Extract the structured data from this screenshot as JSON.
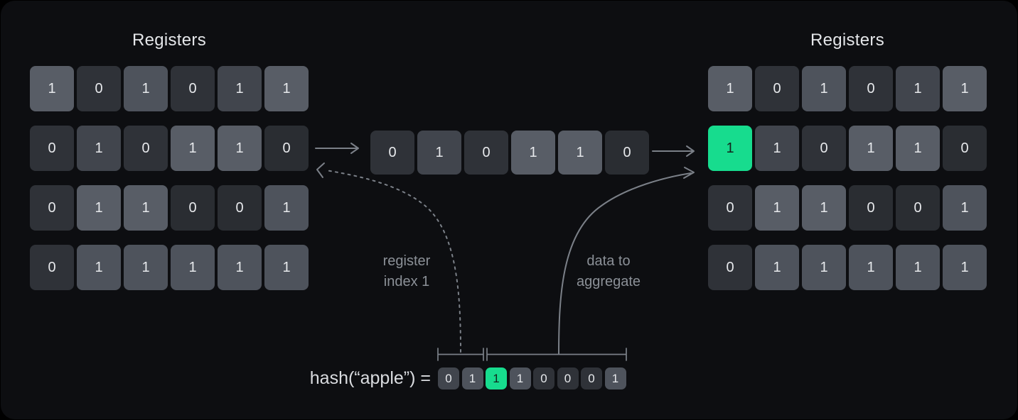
{
  "titles": {
    "left": "Registers",
    "right": "Registers"
  },
  "annotations": {
    "register_index": {
      "line1": "register",
      "line2": "index 1"
    },
    "data_aggregate": {
      "line1": "data to",
      "line2": "aggregate"
    }
  },
  "hash": {
    "label": "hash(“apple”) =",
    "cells": [
      {
        "v": "0",
        "s": "C"
      },
      {
        "v": "1",
        "s": "B"
      },
      {
        "v": "1",
        "s": "G"
      },
      {
        "v": "1",
        "s": "B"
      },
      {
        "v": "0",
        "s": "D"
      },
      {
        "v": "0",
        "s": "D"
      },
      {
        "v": "0",
        "s": "D"
      },
      {
        "v": "1",
        "s": "B"
      }
    ]
  },
  "left_grid": {
    "rows": [
      [
        {
          "v": "1",
          "s": "A"
        },
        {
          "v": "0",
          "s": "D"
        },
        {
          "v": "1",
          "s": "B"
        },
        {
          "v": "0",
          "s": "D"
        },
        {
          "v": "1",
          "s": "C"
        },
        {
          "v": "1",
          "s": "A"
        }
      ],
      [
        {
          "v": "0",
          "s": "D"
        },
        {
          "v": "1",
          "s": "C"
        },
        {
          "v": "0",
          "s": "D"
        },
        {
          "v": "1",
          "s": "A"
        },
        {
          "v": "1",
          "s": "A"
        },
        {
          "v": "0",
          "s": "E"
        }
      ],
      [
        {
          "v": "0",
          "s": "D"
        },
        {
          "v": "1",
          "s": "A"
        },
        {
          "v": "1",
          "s": "A"
        },
        {
          "v": "0",
          "s": "E"
        },
        {
          "v": "0",
          "s": "E"
        },
        {
          "v": "1",
          "s": "B"
        }
      ],
      [
        {
          "v": "0",
          "s": "D"
        },
        {
          "v": "1",
          "s": "B"
        },
        {
          "v": "1",
          "s": "B"
        },
        {
          "v": "1",
          "s": "B"
        },
        {
          "v": "1",
          "s": "B"
        },
        {
          "v": "1",
          "s": "B"
        }
      ]
    ]
  },
  "middle_row": {
    "cells": [
      {
        "v": "0",
        "s": "D"
      },
      {
        "v": "1",
        "s": "C"
      },
      {
        "v": "0",
        "s": "D"
      },
      {
        "v": "1",
        "s": "A"
      },
      {
        "v": "1",
        "s": "A"
      },
      {
        "v": "0",
        "s": "E"
      }
    ]
  },
  "right_grid": {
    "rows": [
      [
        {
          "v": "1",
          "s": "A"
        },
        {
          "v": "0",
          "s": "D"
        },
        {
          "v": "1",
          "s": "B"
        },
        {
          "v": "0",
          "s": "D"
        },
        {
          "v": "1",
          "s": "C"
        },
        {
          "v": "1",
          "s": "A"
        }
      ],
      [
        {
          "v": "1",
          "s": "G"
        },
        {
          "v": "1",
          "s": "C"
        },
        {
          "v": "0",
          "s": "D"
        },
        {
          "v": "1",
          "s": "A"
        },
        {
          "v": "1",
          "s": "A"
        },
        {
          "v": "0",
          "s": "E"
        }
      ],
      [
        {
          "v": "0",
          "s": "D"
        },
        {
          "v": "1",
          "s": "A"
        },
        {
          "v": "1",
          "s": "A"
        },
        {
          "v": "0",
          "s": "E"
        },
        {
          "v": "0",
          "s": "E"
        },
        {
          "v": "1",
          "s": "B"
        }
      ],
      [
        {
          "v": "0",
          "s": "D"
        },
        {
          "v": "1",
          "s": "B"
        },
        {
          "v": "1",
          "s": "B"
        },
        {
          "v": "1",
          "s": "B"
        },
        {
          "v": "1",
          "s": "B"
        },
        {
          "v": "1",
          "s": "B"
        }
      ]
    ]
  },
  "colors": {
    "background": "#000000",
    "card": "#0d0e11",
    "title": "#e4e6e9",
    "digit": "#e7e9ec",
    "digit_on_green": "#12231c",
    "label": "#8b9097",
    "line": "#7b8088",
    "hash_label": "#dadce0",
    "green": "#17dc8e",
    "shades": {
      "A": "#585d66",
      "B": "#4e535c",
      "C": "#41454d",
      "D": "#2f3238",
      "E": "#2a2d32",
      "G": "#17dc8e"
    }
  }
}
